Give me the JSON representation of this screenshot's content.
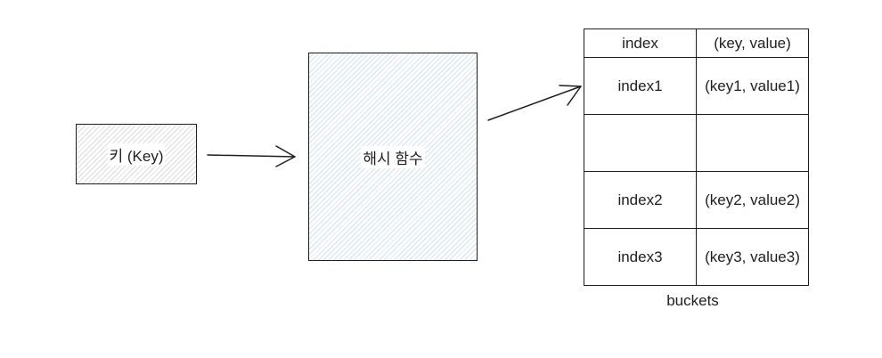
{
  "key_box": {
    "label": "키 (Key)"
  },
  "hash_box": {
    "label": "해시 함수"
  },
  "buckets": {
    "headers": [
      "index",
      "(key, value)"
    ],
    "rows": [
      [
        "index1",
        "(key1, value1)"
      ],
      [
        "",
        ""
      ],
      [
        "index2",
        "(key2, value2)"
      ],
      [
        "index3",
        "(key3, value3)"
      ]
    ],
    "caption": "buckets"
  },
  "colors": {
    "stroke": "#1e1e1e",
    "hash_fill": "#cfe3f4",
    "key_fill": "#dcdcdc"
  }
}
